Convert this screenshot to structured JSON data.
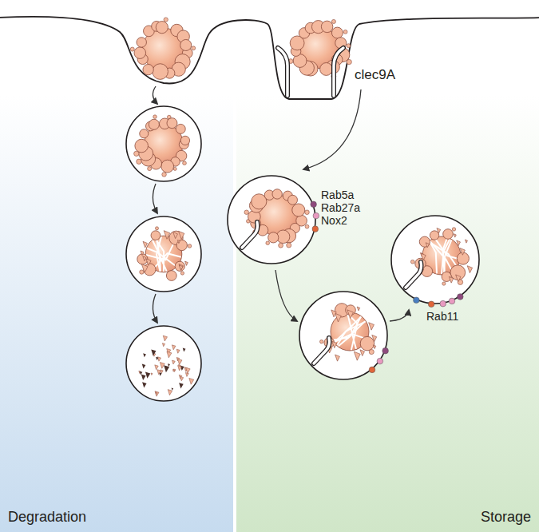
{
  "diagram": {
    "nodes": [
      {
        "text": [
          "Degradation"
        ]
      },
      {
        "text": [
          "Storage"
        ]
      }
    ],
    "labels": [
      "clec9A",
      "Rab5a",
      "Rab27a",
      "Nox2",
      "Rab11"
    ]
  }
}
